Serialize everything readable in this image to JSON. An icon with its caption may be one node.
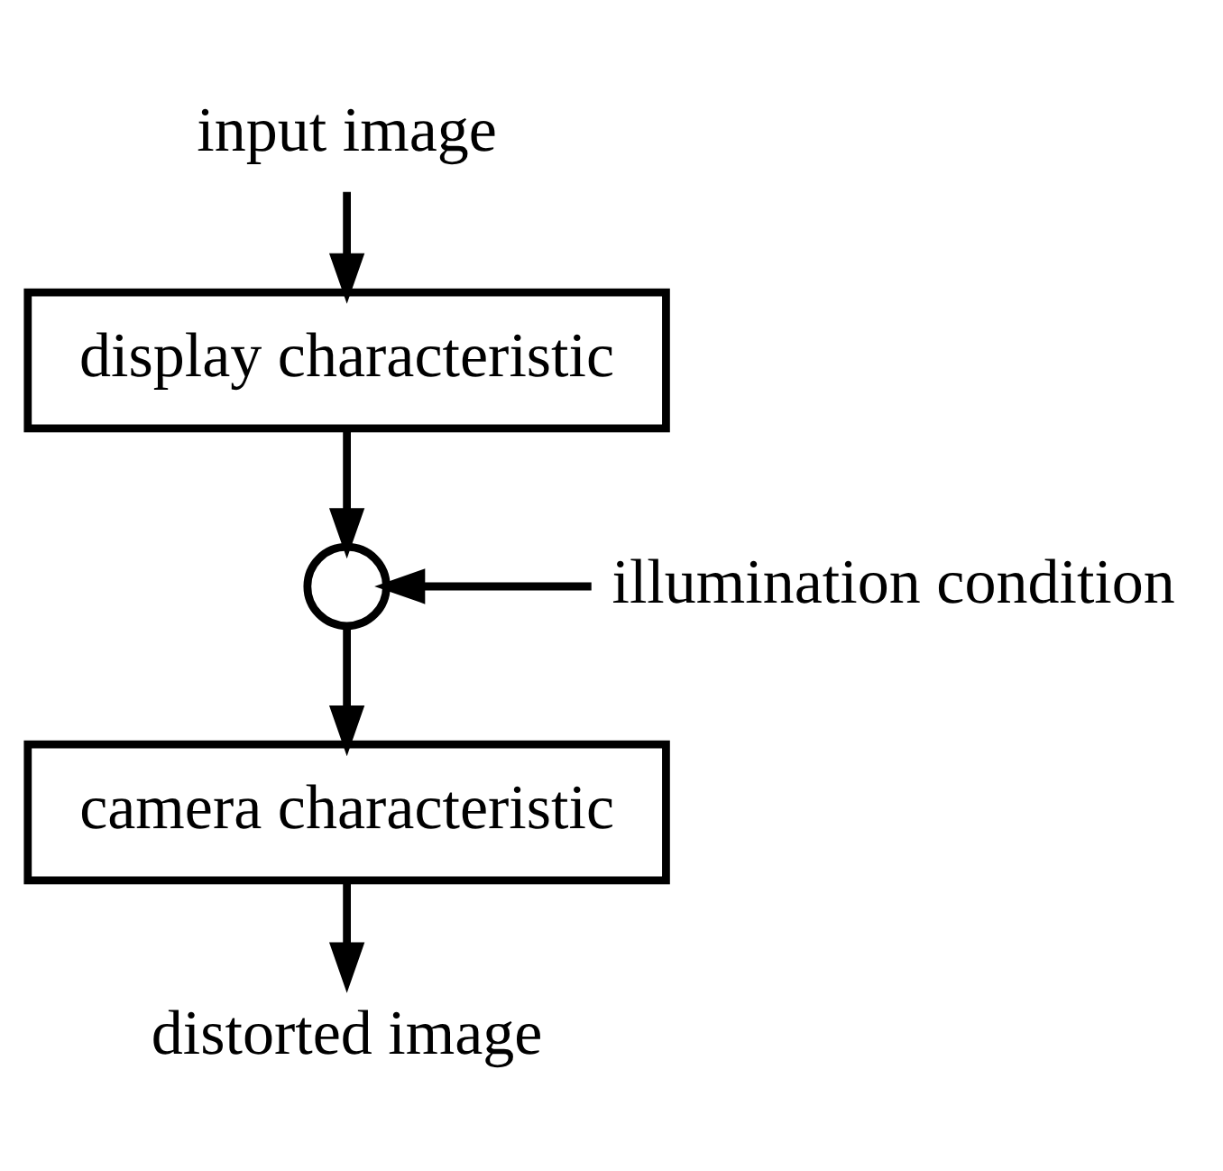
{
  "diagram": {
    "nodes": [
      {
        "text": [
          "input image"
        ]
      },
      {
        "text": [
          "display characteristic"
        ]
      },
      {
        "text": [],
        "shape": "circle"
      },
      {
        "text": [
          "illumination condition"
        ]
      },
      {
        "text": [
          "camera characteristic"
        ]
      },
      {
        "text": [
          "distorted image"
        ]
      }
    ],
    "edges": [
      {
        "from": 0,
        "to": 1,
        "arrow": "to"
      },
      {
        "from": 1,
        "to": 2,
        "arrow": "to"
      },
      {
        "from": 3,
        "to": 2,
        "arrow": "to"
      },
      {
        "from": 2,
        "to": 4,
        "arrow": "to"
      },
      {
        "from": 4,
        "to": 5,
        "arrow": "to"
      }
    ]
  }
}
